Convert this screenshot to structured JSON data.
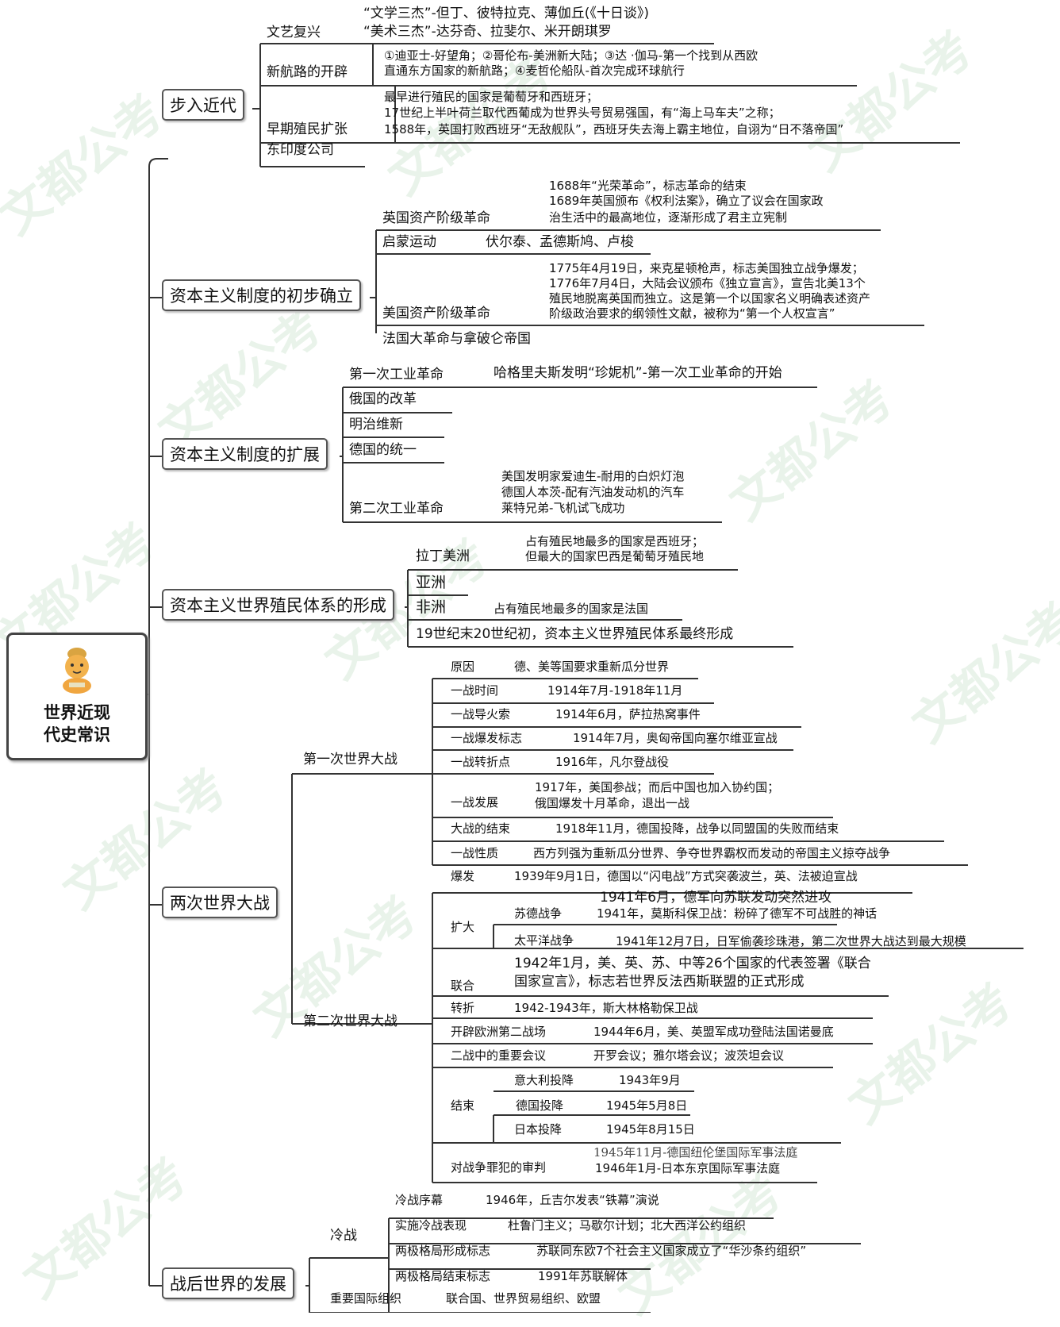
{
  "root": {
    "line1": "世界近现",
    "line2": "代史常识"
  },
  "watermark": "文都公考",
  "colors": {
    "line": "#333333",
    "watermark": "#e9f3ea"
  },
  "cat1": {
    "label": "步入近代",
    "renaissance": {
      "label": "文艺复兴",
      "d1": "“文学三杰”-但丁、彼特拉克、薄伽丘(《十日谈》)",
      "d2": "“美术三杰”-达芬奇、拉斐尔、米开朗琪罗"
    },
    "routes": {
      "label": "新航路的开辟",
      "d1": "①迪亚士-好望角；②哥伦布-美洲新大陆；③达 ·伽马-第一个找到从西欧",
      "d2": "直通东方国家的新航路；④麦哲伦船队-首次完成环球航行"
    },
    "colonial": {
      "label": "早期殖民扩张",
      "d1": "最早进行殖民的国家是葡萄牙和西班牙；",
      "d2": "17世纪上半叶荷兰取代西葡成为世界头号贸易强国，有“海上马车夫”之称；",
      "d3": "1588年，英国打败西班牙“无敌舰队”，西班牙失去海上霸主地位，自诩为“日不落帝国”"
    },
    "eic": {
      "label": "东印度公司"
    }
  },
  "cat2": {
    "label": "资本主义制度的初步确立",
    "english": {
      "label": "英国资产阶级革命",
      "d1": "1688年“光荣革命”，标志革命的结束",
      "d2": "1689年英国颁布《权利法案》，确立了议会在国家政",
      "d3": "治生活中的最高地位，逐渐形成了君主立宪制"
    },
    "enlight": {
      "label": "启蒙运动",
      "d1": "伏尔泰、孟德斯鸠、卢梭"
    },
    "american": {
      "label": "美国资产阶级革命",
      "d1": "1775年4月19日，来克星顿枪声，标志美国独立战争爆发；",
      "d2": "1776年7月4日，大陆会议颁布《独立宣言》，宣告北美13个",
      "d3": "殖民地脱离英国而独立。这是第一个以国家名义明确表述资产",
      "d4": "阶级政治要求的纲领性文献，被称为“第一个人权宣言”"
    },
    "french": {
      "label": "法国大革命与拿破仑帝国"
    }
  },
  "cat3": {
    "label": "资本主义制度的扩展",
    "ir1": {
      "label": "第一次工业革命",
      "d1": "哈格里夫斯发明“珍妮机”-第一次工业革命的开始"
    },
    "russia": {
      "label": "俄国的改革"
    },
    "meiji": {
      "label": "明治维新"
    },
    "germany": {
      "label": "德国的统一"
    },
    "ir2": {
      "label": "第二次工业革命",
      "d1": "美国发明家爱迪生-耐用的白炽灯泡",
      "d2": "德国人本茨-配有汽油发动机的汽车",
      "d3": "莱特兄弟-飞机试飞成功"
    }
  },
  "cat4": {
    "label": "资本主义世界殖民体系的形成",
    "latam": {
      "label": "拉丁美洲",
      "d1": "占有殖民地最多的国家是西班牙；",
      "d2": "但最大的国家巴西是葡萄牙殖民地"
    },
    "asia": {
      "label": "亚洲"
    },
    "africa": {
      "label": "非洲",
      "d1": "占有殖民地最多的国家是法国"
    },
    "final": {
      "label": "19世纪末20世纪初，资本主义世界殖民体系最终形成"
    }
  },
  "cat5": {
    "label": "两次世界大战",
    "ww1": {
      "label": "第一次世界大战",
      "cause": {
        "label": "原因",
        "d": "德、美等国要求重新瓜分世界"
      },
      "time": {
        "label": "一战时间",
        "d": "1914年7月-1918年11月"
      },
      "fuse": {
        "label": "一战导火索",
        "d": "1914年6月，萨拉热窝事件"
      },
      "outbreak": {
        "label": "一战爆发标志",
        "d": "1914年7月，奥匈帝国向塞尔维亚宣战"
      },
      "turning": {
        "label": "一战转折点",
        "d": "1916年，凡尔登战役"
      },
      "develop": {
        "label": "一战发展",
        "d1": "1917年，美国参战；而后中国也加入协约国；",
        "d2": "俄国爆发十月革命，退出一战"
      },
      "end": {
        "label": "大战的结束",
        "d": "1918年11月，德国投降，战争以同盟国的失败而结束"
      },
      "nature": {
        "label": "一战性质",
        "d": "西方列强为重新瓜分世界、争夺世界霸权而发动的帝国主义掠夺战争"
      }
    },
    "ww2": {
      "label": "第二次世界大战",
      "outbreak": {
        "label": "爆发",
        "d": "1939年9月1日，德国以“闪电战”方式突袭波兰，英、法被迫宣战"
      },
      "expand": {
        "label": "扩大",
        "sov": {
          "label": "苏德战争",
          "d1": "1941年6月，德军向苏联发动突然进攻",
          "d2": "1941年，莫斯科保卫战：粉碎了德军不可战胜的神话"
        },
        "pac": {
          "label": "太平洋战争",
          "d": "1941年12月7日，日军偷袭珍珠港，第二次世界大战达到最大规模"
        }
      },
      "alliance": {
        "label": "联合",
        "d1": "1942年1月，美、英、苏、中等26个国家的代表签署《联合",
        "d2": "国家宣言》，标志若世界反法西斯联盟的正式形成"
      },
      "turn": {
        "label": "转折",
        "d": "1942-1943年，斯大林格勒保卫战"
      },
      "front": {
        "label": "开辟欧洲第二战场",
        "d": "1944年6月，美、英盟军成功登陆法国诺曼底"
      },
      "conf": {
        "label": "二战中的重要会议",
        "d": "开罗会议；雅尔塔会议；波茨坦会议"
      },
      "end": {
        "label": "结束",
        "italy": {
          "label": "意大利投降",
          "d": "1943年9月"
        },
        "germany": {
          "label": "德国投降",
          "d": "1945年5月8日"
        },
        "japan": {
          "label": "日本投降",
          "d": "1945年8月15日"
        }
      },
      "trial": {
        "label": "对战争罪犯的审判",
        "d1": "1945年11月-德国纽伦堡国际军事法庭",
        "d2": "1946年1月-日本东京国际军事法庭"
      }
    }
  },
  "cat6": {
    "label": "战后世界的发展",
    "cold": {
      "label": "冷战",
      "prelude": {
        "label": "冷战序幕",
        "d": "1946年，丘吉尔发表“铁幕”演说"
      },
      "impl": {
        "label": "实施冷战表现",
        "d": "杜鲁门主义；马歇尔计划；北大西洋公约组织"
      },
      "form": {
        "label": "两极格局形成标志",
        "d": "苏联同东欧7个社会主义国家成立了“华沙条约组织”"
      },
      "endm": {
        "label": "两极格局结束标志",
        "d": "1991年苏联解体"
      }
    },
    "org": {
      "label": "重要国际组织",
      "d": "联合国、世界贸易组织、欧盟"
    }
  }
}
